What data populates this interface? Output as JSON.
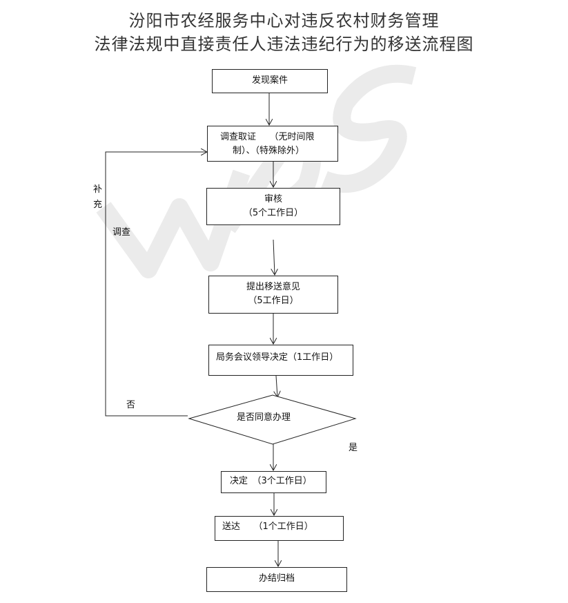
{
  "title": {
    "line1": "汾阳市农经服务中心对违反农村财务管理",
    "line2": "法律法规中直接责任人违法违纪行为的移送流程图"
  },
  "nodes": {
    "discover": "发现案件",
    "investigate_a": "调查取证　　（无时间限",
    "investigate_b": "制）、（特殊除外）",
    "review_a": "审核",
    "review_b": "（5个工作日）",
    "propose_a": "提出移送意见",
    "propose_b": "（5工作日）",
    "meeting": "局务会议领导决定（1工作日）",
    "decision_q": "是否同意办理",
    "decide": "决定　（3个工作日）",
    "deliver": "送达　　（1个工作日）",
    "archive": "办结归档"
  },
  "labels": {
    "supplement_1": "补",
    "supplement_2": "充",
    "investigate": "调查",
    "no": "否",
    "yes": "是"
  },
  "colors": {
    "line": "#222222",
    "watermark": "#e6e6e6"
  }
}
